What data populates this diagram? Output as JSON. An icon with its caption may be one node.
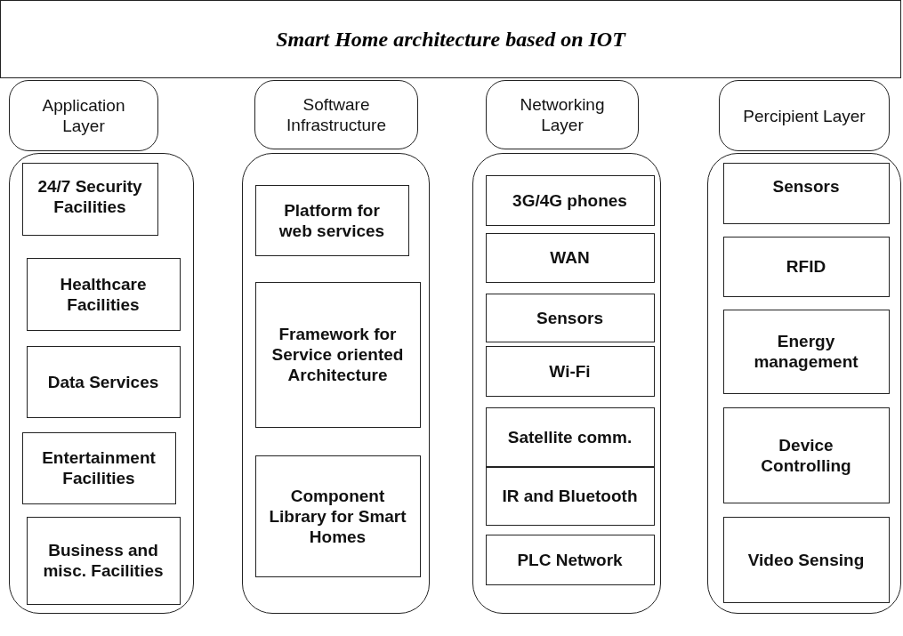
{
  "diagram": {
    "title": "Smart Home architecture based on IOT",
    "nodes": [
      {
        "text": [
          "Application Layer"
        ]
      },
      {
        "text": [],
        "shape": "box"
      },
      {
        "text": [
          "24/7 Security Facilities"
        ],
        "in": 1
      },
      {
        "text": [
          "Healthcare Facilities"
        ],
        "in": 1
      },
      {
        "text": [
          "Data Services"
        ],
        "in": 1
      },
      {
        "text": [
          "Entertainment Facilities"
        ],
        "in": 1
      },
      {
        "text": [
          "Business and misc. Facilities"
        ],
        "in": 1
      },
      {
        "text": [
          "Software Infrastructure"
        ]
      },
      {
        "text": [],
        "shape": "box"
      },
      {
        "text": [
          "Platform for web services"
        ],
        "in": 8
      },
      {
        "text": [
          "Framework for Service oriented Architecture"
        ],
        "in": 8
      },
      {
        "text": [
          "Component Library for Smart Homes"
        ],
        "in": 8
      },
      {
        "text": [
          "Networking Layer"
        ]
      },
      {
        "text": [],
        "shape": "box"
      },
      {
        "text": [
          "3G/4G phones"
        ],
        "in": 13
      },
      {
        "text": [
          "WAN"
        ],
        "in": 13
      },
      {
        "text": [
          "Sensors"
        ],
        "in": 13
      },
      {
        "text": [
          "Wi-Fi"
        ],
        "in": 13
      },
      {
        "text": [
          "Satellite comm."
        ],
        "in": 13
      },
      {
        "text": [
          "IR and Bluetooth"
        ],
        "in": 13
      },
      {
        "text": [
          "PLC Network"
        ],
        "in": 13
      },
      {
        "text": [
          "Percipient Layer"
        ]
      },
      {
        "text": [],
        "shape": "box"
      },
      {
        "text": [
          "Sensors"
        ],
        "in": 22
      },
      {
        "text": [
          "RFID"
        ],
        "in": 22
      },
      {
        "text": [
          "Energy management"
        ],
        "in": 22
      },
      {
        "text": [
          "Device Controlling"
        ],
        "in": 22
      },
      {
        "text": [
          "Video Sensing"
        ],
        "in": 22
      }
    ]
  }
}
